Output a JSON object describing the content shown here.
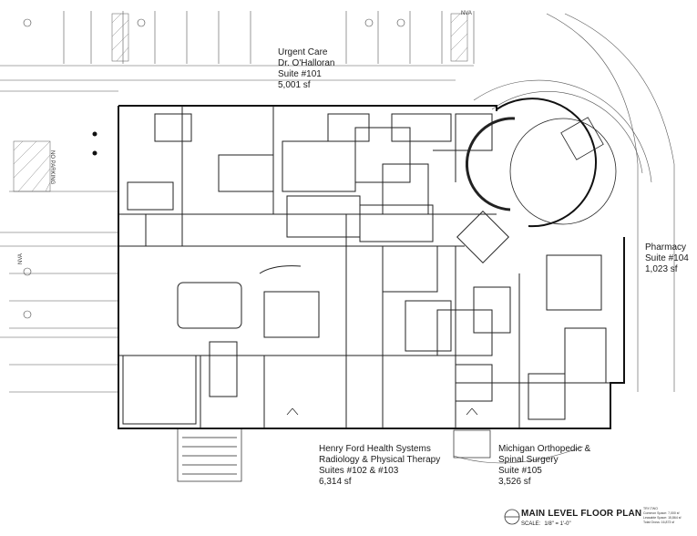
{
  "labels": {
    "urgent_care": {
      "lines": [
        "Urgent Care",
        "Dr. O'Halloran",
        "Suite #101",
        "5,001 sf"
      ]
    },
    "pharmacy": {
      "lines": [
        "Pharmacy",
        "Suite #104",
        "1,023 sf"
      ]
    },
    "henry_ford": {
      "lines": [
        "Henry Ford Health Systems",
        "Radiology & Physical Therapy",
        "Suites #102 & #103",
        "6,314 sf"
      ]
    },
    "michigan_ortho": {
      "lines": [
        "Michigan Orthopedic &",
        "Spinal Surgery",
        "Suite #105",
        "3,526 sf"
      ]
    }
  },
  "title_block": {
    "title": "MAIN LEVEL FLOOR PLAN",
    "scale_label": "SCALE:",
    "scale_value": "1/8\" = 1'-0\""
  },
  "road_labels": {
    "top": "NVA",
    "left_vertical": "NO PARKING",
    "left_side": "NVA"
  },
  "stats": {
    "header": "TRY-TWO",
    "common_label": "Common Space:",
    "common_value": "7,000 sf",
    "leasable_label": "Leasable Space:",
    "leasable_value": "15,864 sf",
    "gross_label": "Total Gross:",
    "gross_value": "16,873 sf"
  }
}
